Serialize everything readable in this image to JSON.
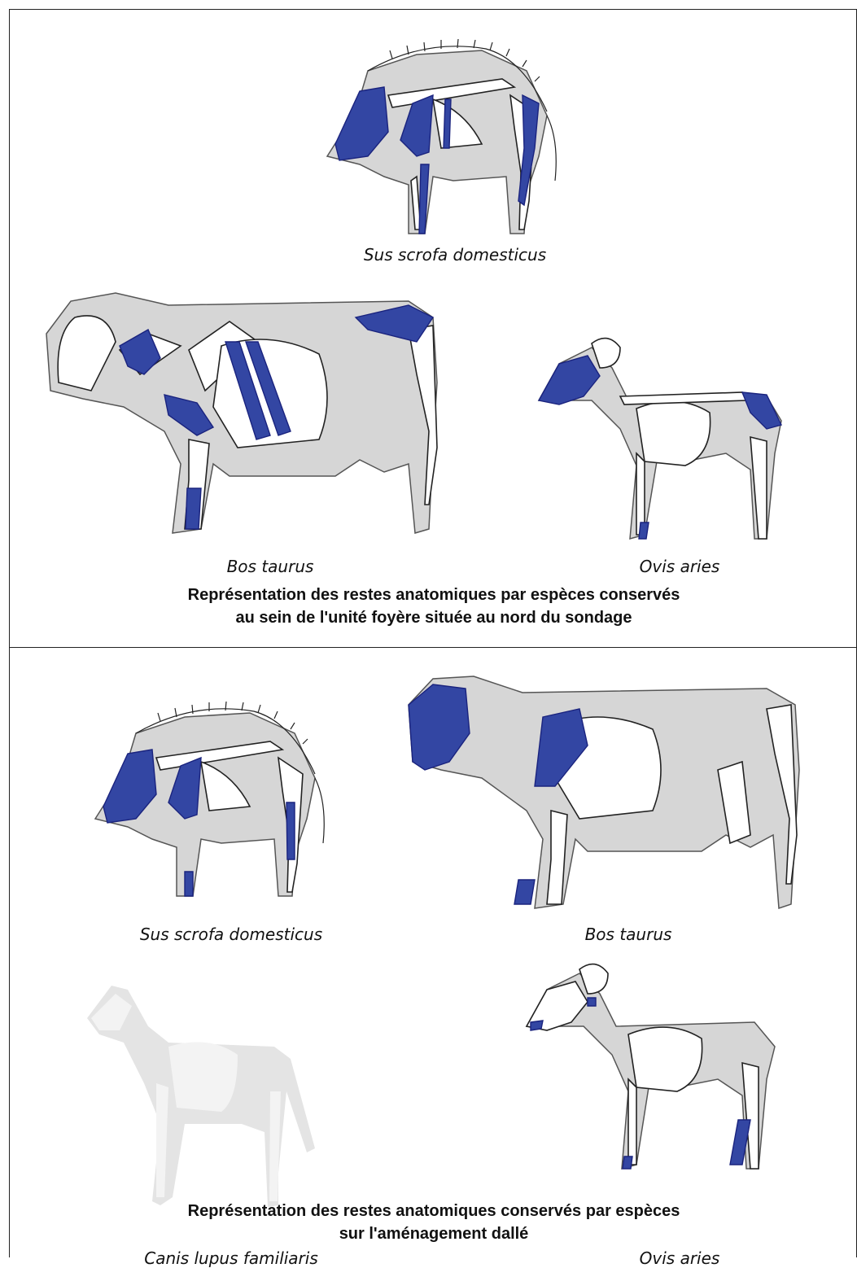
{
  "colors": {
    "kept_bone": "#3346a3",
    "body": "#d6d6d6",
    "bone": "#ffffff",
    "ghost_body": "#e4e4e4"
  },
  "top_panel": {
    "pig_label": "Sus scrofa domesticus",
    "cow_label": "Bos taurus",
    "sheep_label": "Ovis aries",
    "caption_line1": "Représentation des restes anatomiques par espèces conservés",
    "caption_line2": "au sein de l'unité foyère située au nord du sondage"
  },
  "bottom_panel": {
    "pig_label": "Sus scrofa domesticus",
    "cow_label": "Bos taurus",
    "dog_label": "Canis lupus familiaris",
    "sheep_label": "Ovis aries",
    "caption_line1": "Représentation des restes anatomiques conservés par espèces",
    "caption_line2": "sur l'aménagement dallé"
  }
}
